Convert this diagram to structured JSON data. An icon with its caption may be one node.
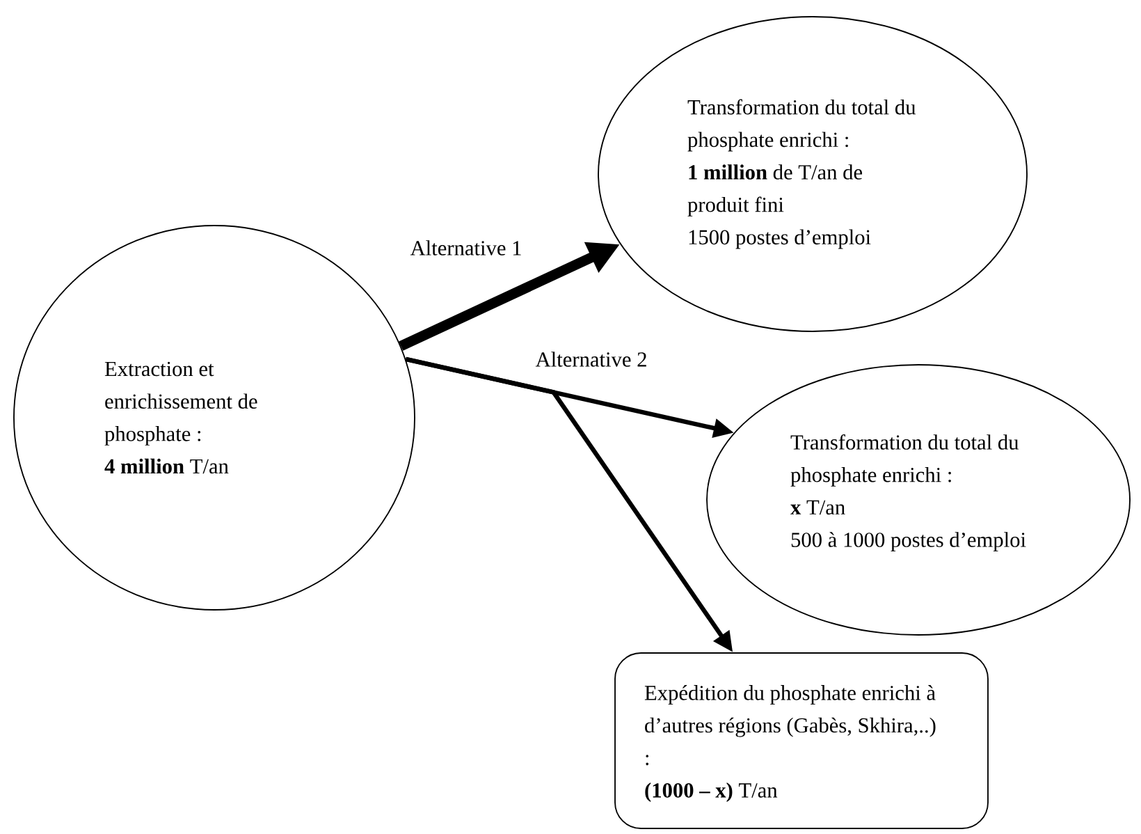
{
  "diagram": {
    "nodes": [
      {
        "text": [
          "Extraction et enrichissement de phosphate :",
          "**4 million** T/an"
        ]
      },
      {
        "text": [
          "Transformation du total du phosphate enrichi :",
          "**1 million** de T/an de produit fini",
          "1500 postes d’emploi"
        ]
      },
      {
        "text": [
          "Transformation du total du phosphate enrichi :",
          "**x** T/an",
          "500 à 1000 postes d’emploi"
        ]
      },
      {
        "text": [
          "Expédition du phosphate enrichi à d’autres régions (Gabès, Skhira,..) :",
          "**(1000 – x)** T/an"
        ]
      }
    ],
    "edges": [
      {
        "from": 0,
        "to": 1,
        "arrow": "to",
        "label": "Alternative 1",
        "style": "thick"
      },
      {
        "from": 0,
        "to": 2,
        "arrow": "to",
        "label": "Alternative 2"
      },
      {
        "from": 0,
        "to": 3,
        "arrow": "to"
      }
    ]
  }
}
